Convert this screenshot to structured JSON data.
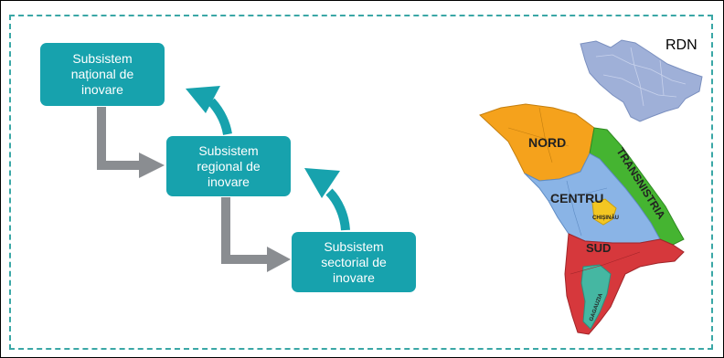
{
  "diagram": {
    "boxes": [
      {
        "lines": [
          "Subsistem",
          "național de",
          "inovare"
        ]
      },
      {
        "lines": [
          "Subsistem",
          "regional de",
          "inovare"
        ]
      },
      {
        "lines": [
          "Subsistem",
          "sectorial de",
          "inovare"
        ]
      }
    ]
  },
  "map": {
    "inset_label": "RDN",
    "regions": {
      "nord": "NORD",
      "centru": "CENTRU",
      "sud": "SUD",
      "chisinau": "CHIȘINĂU",
      "transnistria": "TRANSNISTRIA",
      "gagauzia": "GAGAUZIA"
    }
  },
  "colors": {
    "box": "#17a2ad",
    "arrow_gray": "#8a8d91",
    "arrow_teal": "#17a2ad",
    "nord": "#f5a21c",
    "centru": "#8ab4e6",
    "sud": "#d6383c",
    "transnistria": "#45b431",
    "chisinau": "#f3c622",
    "gagauzia": "#45b7a2"
  }
}
